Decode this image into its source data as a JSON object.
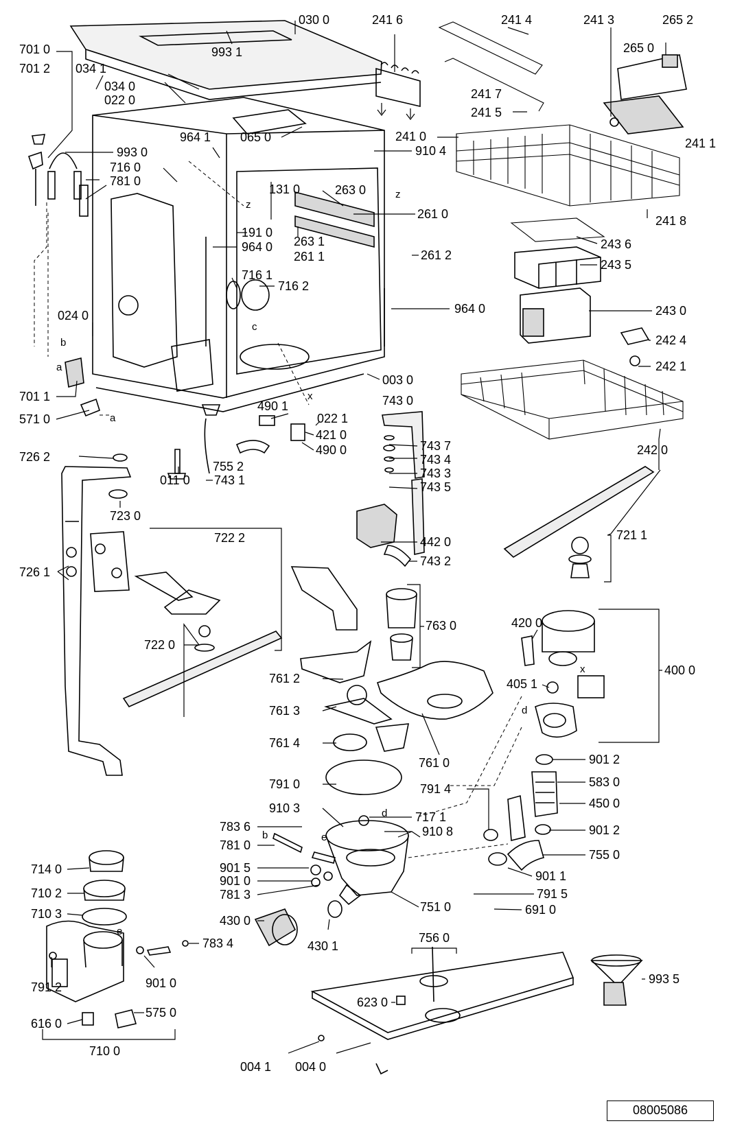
{
  "document_ref": "08005086",
  "labels": {
    "l7010": "701 0",
    "l7012": "701 2",
    "l0341": "034 1",
    "l0340": "034 0",
    "l0220": "022 0",
    "l0300": "030 0",
    "l9931": "993 1",
    "l2416": "241 6",
    "l2414": "241 4",
    "l2413": "241 3",
    "l2652": "265 2",
    "l2650": "265 0",
    "l2417": "241 7",
    "l2415": "241 5",
    "l2410": "241 0",
    "l2411": "241 1",
    "l9641a": "964 1",
    "l0650": "065 0",
    "l9104": "910 4",
    "l9930": "993 0",
    "l7160": "716 0",
    "l7810a": "781 0",
    "l1310": "131 0",
    "l2630": "263 0",
    "l2610": "261 0",
    "l2418": "241 8",
    "l1910": "191 0",
    "l9640a": "964 0",
    "l2631": "263 1",
    "l2611": "261 1",
    "l2436": "243 6",
    "l2612": "261 2",
    "l2435": "243 5",
    "l7161": "716 1",
    "l7162": "716 2",
    "l9640b": "964 0",
    "l2430": "243 0",
    "l0240": "024 0",
    "l2424": "242 4",
    "l2421": "242 1",
    "l7011": "701 1",
    "l0030": "003 0",
    "l7430": "743 0",
    "l5710": "571 0",
    "l4901": "490 1",
    "l0221": "022 1",
    "l4210": "421 0",
    "l4900": "490 0",
    "l7437": "743 7",
    "l7434": "743 4",
    "l7262": "726 2",
    "l7552": "755 2",
    "l7433": "743 3",
    "l7435": "743 5",
    "l2420": "242 0",
    "l0110": "011 0",
    "l7431": "743 1",
    "l7230": "723 0",
    "l4420": "442 0",
    "l7211": "721 1",
    "l7222": "722 2",
    "l7261": "726 1",
    "l7432": "743 2",
    "l7630": "763 0",
    "l4200": "420 0",
    "l7220": "722 0",
    "l4000": "400 0",
    "l7612": "761 2",
    "l4051": "405 1",
    "l7613": "761 3",
    "l7614": "761 4",
    "l7610": "761 0",
    "l9012a": "901 2",
    "l7910": "791 0",
    "l5830": "583 0",
    "l7914": "791 4",
    "l4500": "450 0",
    "l9103": "910 3",
    "l7171": "717 1",
    "l9108": "910 8",
    "l7836": "783 6",
    "l9012b": "901 2",
    "l7810b": "781 0",
    "l7550": "755 0",
    "l9015": "901 5",
    "l9010a": "901 0",
    "l9011": "901 1",
    "l7813": "781 3",
    "l7140": "714 0",
    "l7510": "751 0",
    "l7915": "791 5",
    "l7102": "710 2",
    "l6910": "691 0",
    "l4300": "430 0",
    "l7103": "710 3",
    "l4301": "430 1",
    "l7834": "783 4",
    "l7560": "756 0",
    "l9935": "993 5",
    "l9010b": "901 0",
    "l7912": "791 2",
    "l6230": "623 0",
    "l5750": "575 0",
    "l6160": "616 0",
    "l7100": "710 0",
    "l0041": "004 1",
    "l0040": "004 0"
  },
  "letters": {
    "b1": "b",
    "a1": "a",
    "a2": "a",
    "z1": "z",
    "z2": "z",
    "c1": "c",
    "x1": "x",
    "x2": "x",
    "d1": "d",
    "d2": "d",
    "e1": "e",
    "e2": "e",
    "b2": "b"
  }
}
